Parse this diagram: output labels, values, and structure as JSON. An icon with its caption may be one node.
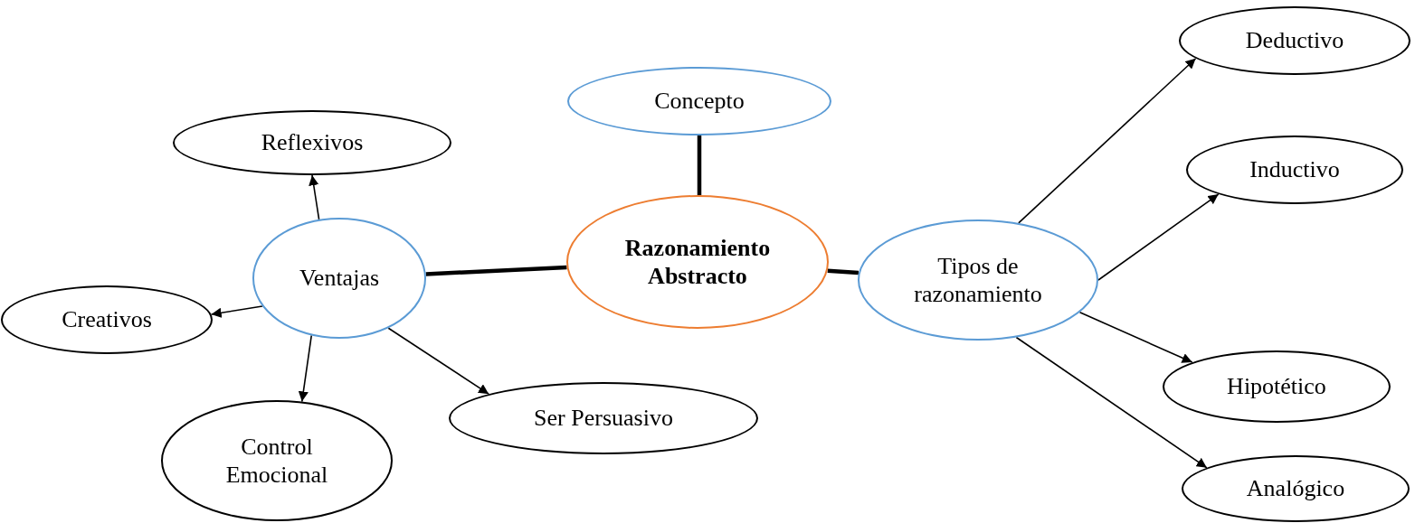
{
  "diagram": {
    "nodes": [
      {
        "text": [
          "Concepto"
        ]
      },
      {
        "text": [
          "Razonamiento Abstracto"
        ]
      },
      {
        "text": [
          "Ventajas"
        ]
      },
      {
        "text": [
          "Reflexivos"
        ]
      },
      {
        "text": [
          "Creativos"
        ]
      },
      {
        "text": [
          "Control Emocional"
        ]
      },
      {
        "text": [
          "Ser Persuasivo"
        ]
      },
      {
        "text": [
          "Tipos de razonamiento"
        ]
      },
      {
        "text": [
          "Deductivo"
        ]
      },
      {
        "text": [
          "Inductivo"
        ]
      },
      {
        "text": [
          "Hipotético"
        ]
      },
      {
        "text": [
          "Analógico"
        ]
      }
    ],
    "edges": [
      {
        "from": 1,
        "to": 0,
        "arrow": "none",
        "style": "thick"
      },
      {
        "from": 1,
        "to": 2,
        "arrow": "none",
        "style": "thick"
      },
      {
        "from": 1,
        "to": 7,
        "arrow": "none",
        "style": "thick"
      },
      {
        "from": 2,
        "to": 3,
        "arrow": "to"
      },
      {
        "from": 2,
        "to": 4,
        "arrow": "to"
      },
      {
        "from": 2,
        "to": 5,
        "arrow": "to"
      },
      {
        "from": 2,
        "to": 6,
        "arrow": "to"
      },
      {
        "from": 7,
        "to": 8,
        "arrow": "to"
      },
      {
        "from": 7,
        "to": 9,
        "arrow": "to"
      },
      {
        "from": 7,
        "to": 10,
        "arrow": "to"
      },
      {
        "from": 7,
        "to": 11,
        "arrow": "to"
      }
    ]
  }
}
